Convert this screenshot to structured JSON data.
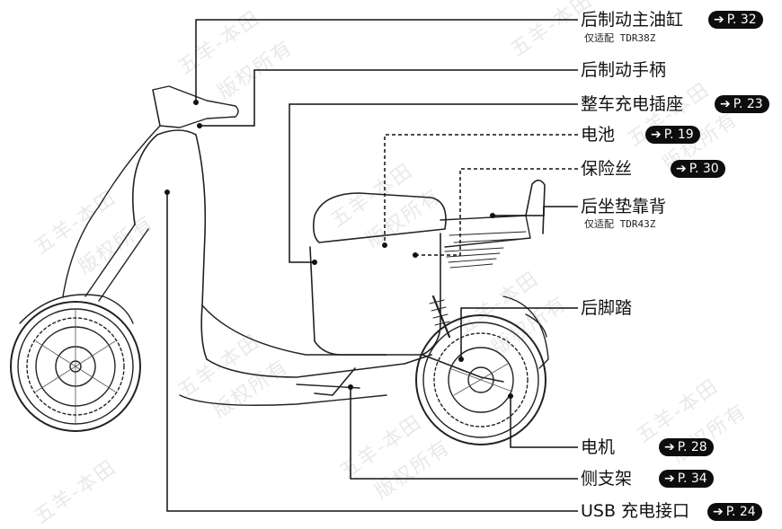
{
  "watermark": {
    "line1": "五羊-本田",
    "line2": "版权所有"
  },
  "labels": {
    "rear_brake_master": {
      "text": "后制动主油缸",
      "ref": "P. 32",
      "note": "仅适配 TDR38Z"
    },
    "rear_brake_lever": {
      "text": "后制动手柄"
    },
    "charge_socket": {
      "text": "整车充电插座",
      "ref": "P. 23"
    },
    "battery": {
      "text": "电池",
      "ref": "P. 19"
    },
    "fuse": {
      "text": "保险丝",
      "ref": "P. 30"
    },
    "backrest": {
      "text": "后坐垫靠背",
      "note": "仅适配 TDR43Z"
    },
    "footrest": {
      "text": "后脚踏"
    },
    "motor": {
      "text": "电机",
      "ref": "P. 28"
    },
    "side_stand": {
      "text": "侧支架",
      "ref": "P. 34"
    },
    "usb_port": {
      "text": "USB 充电接口",
      "ref": "P. 24"
    }
  },
  "icons": {
    "ref_arrow": "right-arrow-icon",
    "ref_arrow_glyph": "➔"
  }
}
